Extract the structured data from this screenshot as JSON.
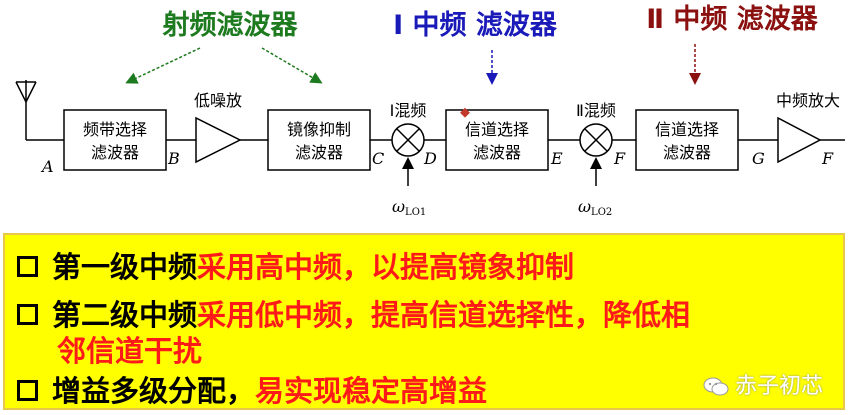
{
  "headers": {
    "rf_filter": "射频滤波器",
    "if1_filter": "Ⅰ 中频 滤波器",
    "if2_filter": "Ⅱ 中频 滤波器"
  },
  "blocks": {
    "band_select": [
      "频带选择",
      "滤波器"
    ],
    "lna": "低噪放",
    "image_reject": [
      "镜像抑制",
      "滤波器"
    ],
    "mixer1": "Ⅰ混频",
    "channel_select1": [
      "信道选择",
      "滤波器"
    ],
    "mixer2": "Ⅱ混频",
    "channel_select2": [
      "信道选择",
      "滤波器"
    ],
    "if_amp": "中频放大"
  },
  "nodes": [
    "A",
    "B",
    "C",
    "D",
    "E",
    "F",
    "G",
    "F"
  ],
  "lo": {
    "lo1_main": "ω",
    "lo1_sub": "LO1",
    "lo2_main": "ω",
    "lo2_sub": "LO2"
  },
  "bullets": [
    {
      "black": "第一级中频",
      "red": "采用高中频，以",
      "red2": "提高镜象抑制"
    },
    {
      "black": "第二级中频",
      "red": "采用低中频，提高信道选择性，降低相",
      "line2": "邻信道干扰"
    },
    {
      "black": "增益多级分配，",
      "red": "易实现稳定高增益"
    }
  ],
  "watermark": "赤子初芯",
  "colors": {
    "rf_header": "#1e7a1e",
    "if1_header": "#1a1ab8",
    "if2_header": "#8b1010",
    "panel_bg": "#ffff00",
    "emphasis": "#ff1a1a"
  }
}
